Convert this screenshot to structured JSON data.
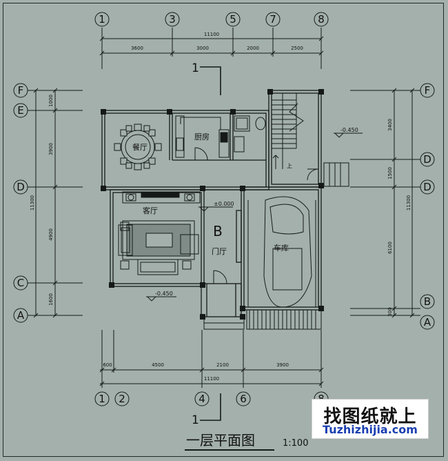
{
  "drawing": {
    "title": "一层平面图",
    "scale": "1:100",
    "section_mark": "1",
    "elevation_main": "±0.000",
    "elevation_outside_left": "-0.450",
    "elevation_outside_right": "-0.450",
    "stair_label": "上",
    "zone_letter": "B"
  },
  "rooms": {
    "dining": "餐厅",
    "kitchen": "厨房",
    "living": "客厅",
    "foyer": "门厅",
    "garage": "车库"
  },
  "axes": {
    "top": [
      "1",
      "3",
      "5",
      "7",
      "8"
    ],
    "bottom": [
      "1",
      "2",
      "4",
      "6",
      "8"
    ],
    "left": [
      "F",
      "E",
      "D",
      "C",
      "A"
    ],
    "right": [
      "F",
      "D",
      "D",
      "B",
      "A"
    ]
  },
  "dimensions": {
    "top_total": "11100",
    "top_segments": [
      "3600",
      "3000",
      "2000",
      "2500"
    ],
    "bottom_total": "11100",
    "bottom_segments": [
      "600",
      "4500",
      "2100",
      "3900"
    ],
    "left_total": "11300",
    "left_segments": [
      "1000",
      "3900",
      "4900",
      "1600"
    ],
    "right_total": "11300",
    "right_segments": [
      "3400",
      "1500",
      "6100",
      "300"
    ]
  },
  "watermark": {
    "cn": "找图纸就上",
    "en": "Tuzhizhijia.com"
  }
}
